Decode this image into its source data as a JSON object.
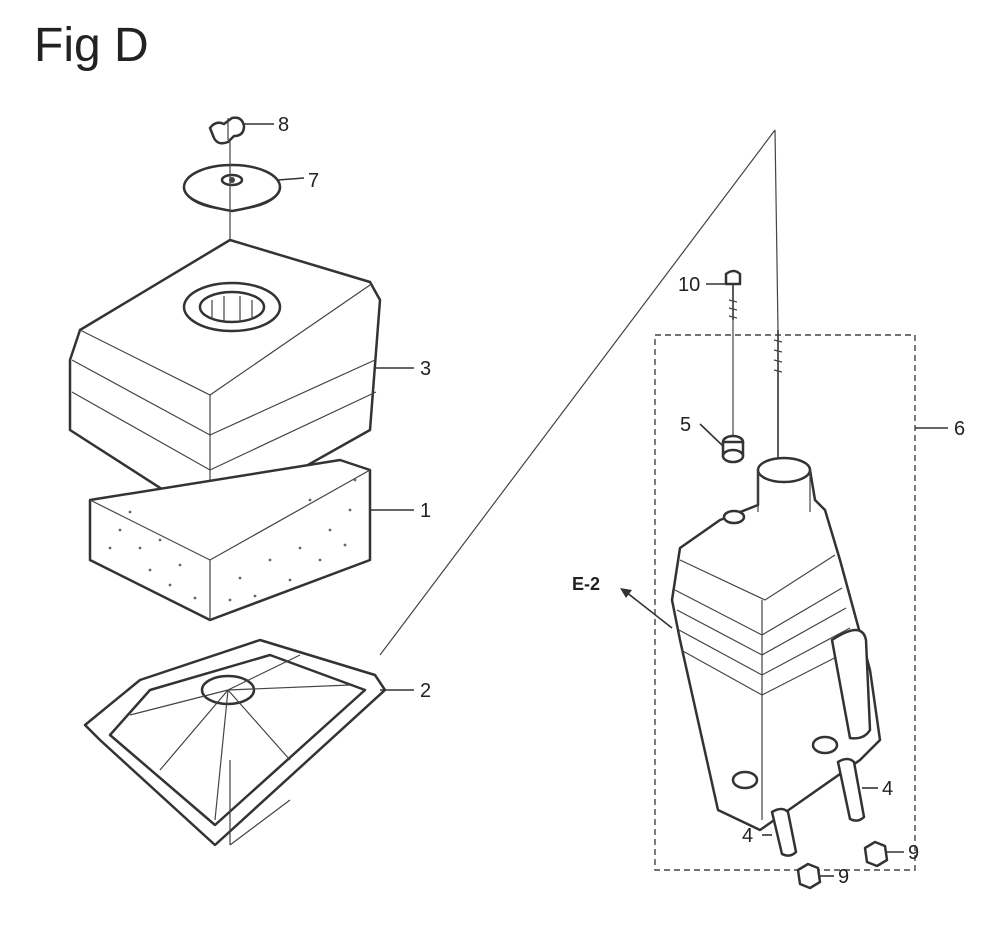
{
  "title": "Fig D",
  "callouts": {
    "p1": "1",
    "p2": "2",
    "p3": "3",
    "p4a": "4",
    "p4b": "4",
    "p5": "5",
    "p6": "6",
    "p7": "7",
    "p8": "8",
    "p9a": "9",
    "p9b": "9",
    "p10": "10",
    "ref": "E-2"
  },
  "icons": [
    "air-filter-cover",
    "foam-element",
    "filter-grate",
    "air-cleaner-case",
    "wing-nut",
    "cap-seal",
    "collar",
    "bolt",
    "stud-nut"
  ]
}
